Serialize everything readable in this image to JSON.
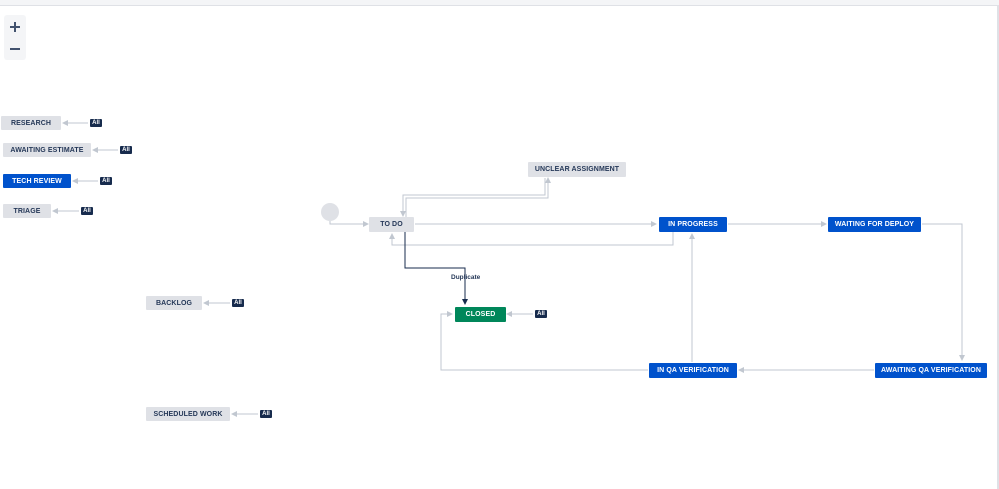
{
  "zoom": {
    "zoom_in_label": "+",
    "zoom_out_label": "−"
  },
  "statuses": {
    "research": "RESEARCH",
    "awaiting_estimate": "AWAITING ESTIMATE",
    "tech_review": "TECH REVIEW",
    "triage": "TRIAGE",
    "backlog": "BACKLOG",
    "scheduled_work": "SCHEDULED WORK",
    "unclear_assignment": "UNCLEAR ASSIGNMENT",
    "to_do": "TO DO",
    "in_progress": "IN PROGRESS",
    "waiting_for_deploy": "WAITING FOR DEPLOY",
    "closed": "CLOSED",
    "in_qa_verification": "IN QA VERIFICATION",
    "awaiting_qa_verification": "AWAITING QA VERIFICATION"
  },
  "badge_label": "All",
  "transition_labels": {
    "duplicate": "Duplicate"
  },
  "colors": {
    "grey_status": "#dfe1e6",
    "blue_status": "#0052cc",
    "green_status": "#00875a",
    "badge": "#172b4d",
    "edge": "#c1c7d0",
    "edge_active": "#172b4d"
  }
}
